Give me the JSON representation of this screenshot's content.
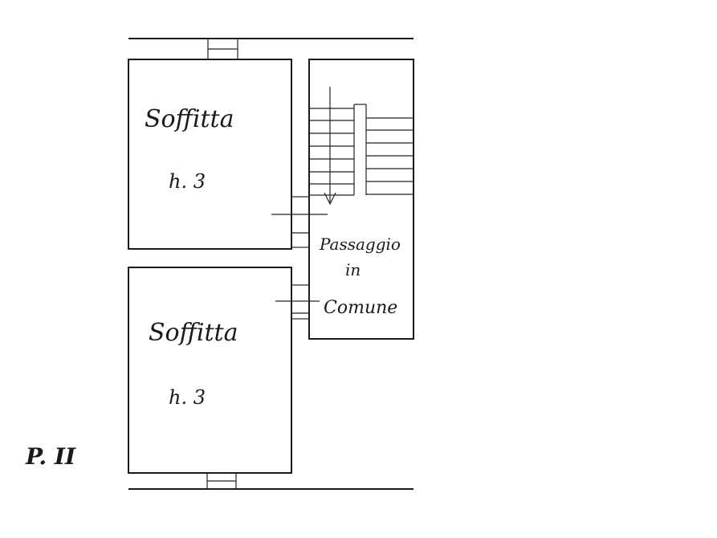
{
  "rooms": [
    {
      "name": "Soffitta",
      "height": "h. 3"
    },
    {
      "name": "Soffitta",
      "height": "h. 3"
    }
  ],
  "corridor": {
    "line1": "Passaggio",
    "line2": "in",
    "line3": "Comune"
  },
  "floor_label": "P. II"
}
